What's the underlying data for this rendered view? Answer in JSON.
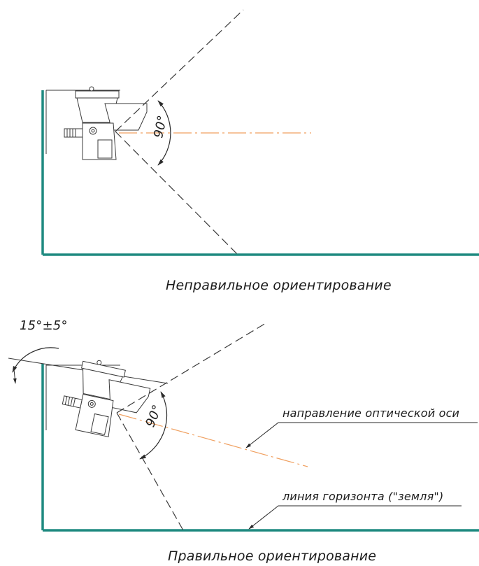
{
  "diagram": {
    "top": {
      "angle_label": "90°",
      "caption": "Неправильное ориентирование"
    },
    "bottom": {
      "tilt_label": "15°±5°",
      "angle_label": "90°",
      "optical_axis_label": "направление оптической оси",
      "horizon_label": "линия горизонта (\"земля\")",
      "caption": "Правильное ориентирование"
    },
    "colors": {
      "ground": "#1f8a80",
      "optical_axis": "#f0a060",
      "lines": "#3a3a3a"
    }
  }
}
